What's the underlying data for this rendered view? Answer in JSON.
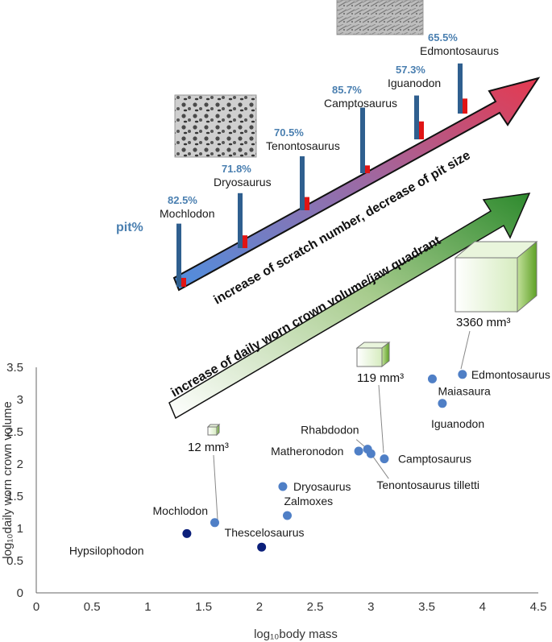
{
  "chart_data": {
    "type": "scatter",
    "xlabel": "log₁₀body mass",
    "ylabel": "log₁₀daily worn crown volume",
    "xlim": [
      0,
      4.5
    ],
    "ylim": [
      0,
      3.5
    ],
    "x_ticks": [
      "0",
      "0.5",
      "1",
      "1.5",
      "2",
      "2.5",
      "3",
      "3.5",
      "4",
      "4.5"
    ],
    "y_ticks": [
      "0",
      "0.5",
      "1",
      "1.5",
      "2",
      "2.5",
      "3",
      "3.5"
    ],
    "grid": false,
    "points": [
      {
        "label": "Mochlodon",
        "x": 1.6,
        "y": 1.09,
        "color": "#4f7fc6"
      },
      {
        "label": "Hypsilophodon",
        "x": 1.35,
        "y": 0.92,
        "color": "#0b1f7a"
      },
      {
        "label": "Thescelosaurus",
        "x": 2.02,
        "y": 0.71,
        "color": "#0b1f7a"
      },
      {
        "label": "Zalmoxes",
        "x": 2.25,
        "y": 1.2,
        "color": "#4f7fc6"
      },
      {
        "label": "Dryosaurus",
        "x": 2.21,
        "y": 1.65,
        "color": "#4f7fc6"
      },
      {
        "label": "Matheronodon",
        "x": 2.89,
        "y": 2.2,
        "color": "#4f7fc6"
      },
      {
        "label": "Rhabdodon",
        "x": 2.97,
        "y": 2.23,
        "color": "#4f7fc6"
      },
      {
        "label": "Tenontosaurus tilletti",
        "x": 3.0,
        "y": 2.16,
        "color": "#4f7fc6"
      },
      {
        "label": "Camptosaurus",
        "x": 3.12,
        "y": 2.08,
        "color": "#4f7fc6"
      },
      {
        "label": "Maiasaura",
        "x": 3.55,
        "y": 3.32,
        "color": "#4f7fc6"
      },
      {
        "label": "Iguanodon",
        "x": 3.64,
        "y": 2.94,
        "color": "#4f7fc6"
      },
      {
        "label": "Edmontosaurus",
        "x": 3.82,
        "y": 3.39,
        "color": "#4f7fc6"
      }
    ],
    "inset": {
      "type": "bar",
      "value_label": "pit%",
      "categories": [
        "Mochlodon",
        "Dryosaurus",
        "Tenontosaurus",
        "Camptosaurus",
        "Iguanodon",
        "Edmontosaurus"
      ],
      "pit_percent_labels": [
        "82.5%",
        "71.8%",
        "70.5%",
        "85.7%",
        "57.3%",
        "65.5%"
      ],
      "pit_percent_values": [
        82.5,
        71.8,
        70.5,
        85.7,
        57.3,
        65.5
      ],
      "colors": {
        "pit": "#2f5f8f",
        "scratch": "#e01414",
        "pct_text": "#4a7fb0"
      }
    },
    "arrows": {
      "upper": "increase of scratch number, decrease of pit size",
      "lower": "increase of daily worn crown volume/jaw quadrant"
    },
    "volume_labels": {
      "small": "12 mm³",
      "medium": "119 mm³",
      "large": "3360 mm³"
    }
  }
}
